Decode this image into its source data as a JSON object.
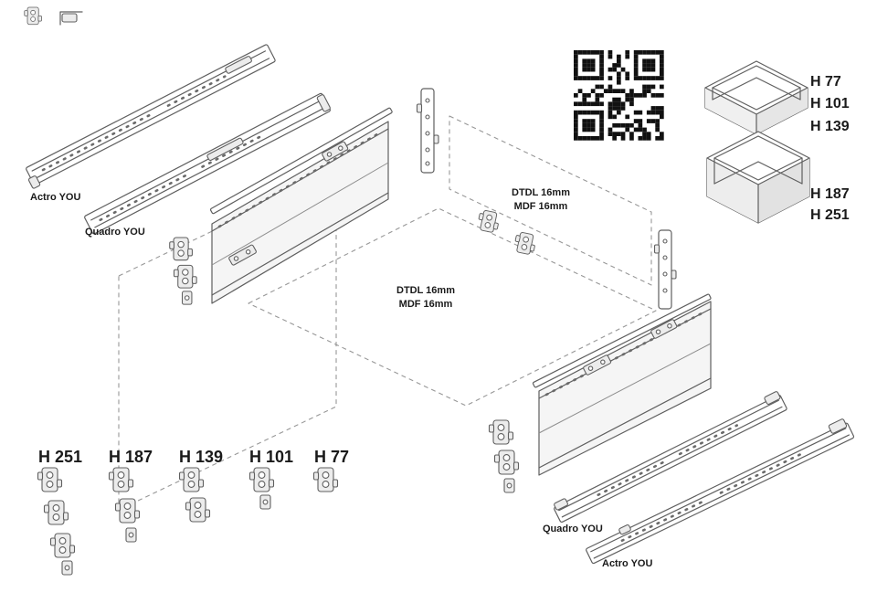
{
  "colors": {
    "line": "#5f5f5f",
    "text": "#1a1a1a",
    "dashed_outline": "#979797",
    "qr": "#111111",
    "background": "#ffffff"
  },
  "labels": {
    "runner_top_actro": "Actro YOU",
    "runner_top_quadro": "Quadro YOU",
    "runner_bottom_quadro": "Quadro YOU",
    "runner_bottom_actro": "Actro YOU",
    "back_panel_line1": "DTDL 16mm",
    "back_panel_line2": "MDF 16mm",
    "bottom_panel_line1": "DTDL 16mm",
    "bottom_panel_line2": "MDF 16mm"
  },
  "drawer_heights": {
    "shallow_box": [
      "H 77",
      "H 101",
      "H 139"
    ],
    "deep_box": [
      "H 187",
      "H 251"
    ]
  },
  "bracket_heights": [
    "H 251",
    "H 187",
    "H 139",
    "H 101",
    "H 77"
  ]
}
